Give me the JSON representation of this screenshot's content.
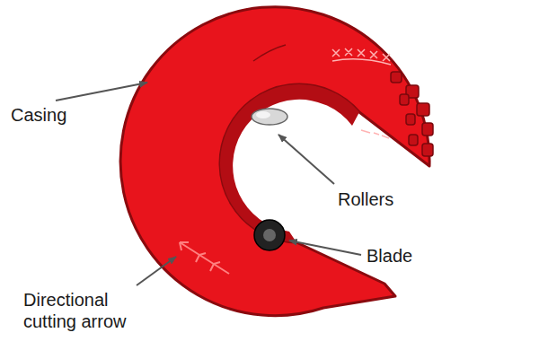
{
  "diagram": {
    "labels": [
      "Casing",
      "Rollers",
      "Blade",
      "Directional cutting arrow"
    ]
  }
}
